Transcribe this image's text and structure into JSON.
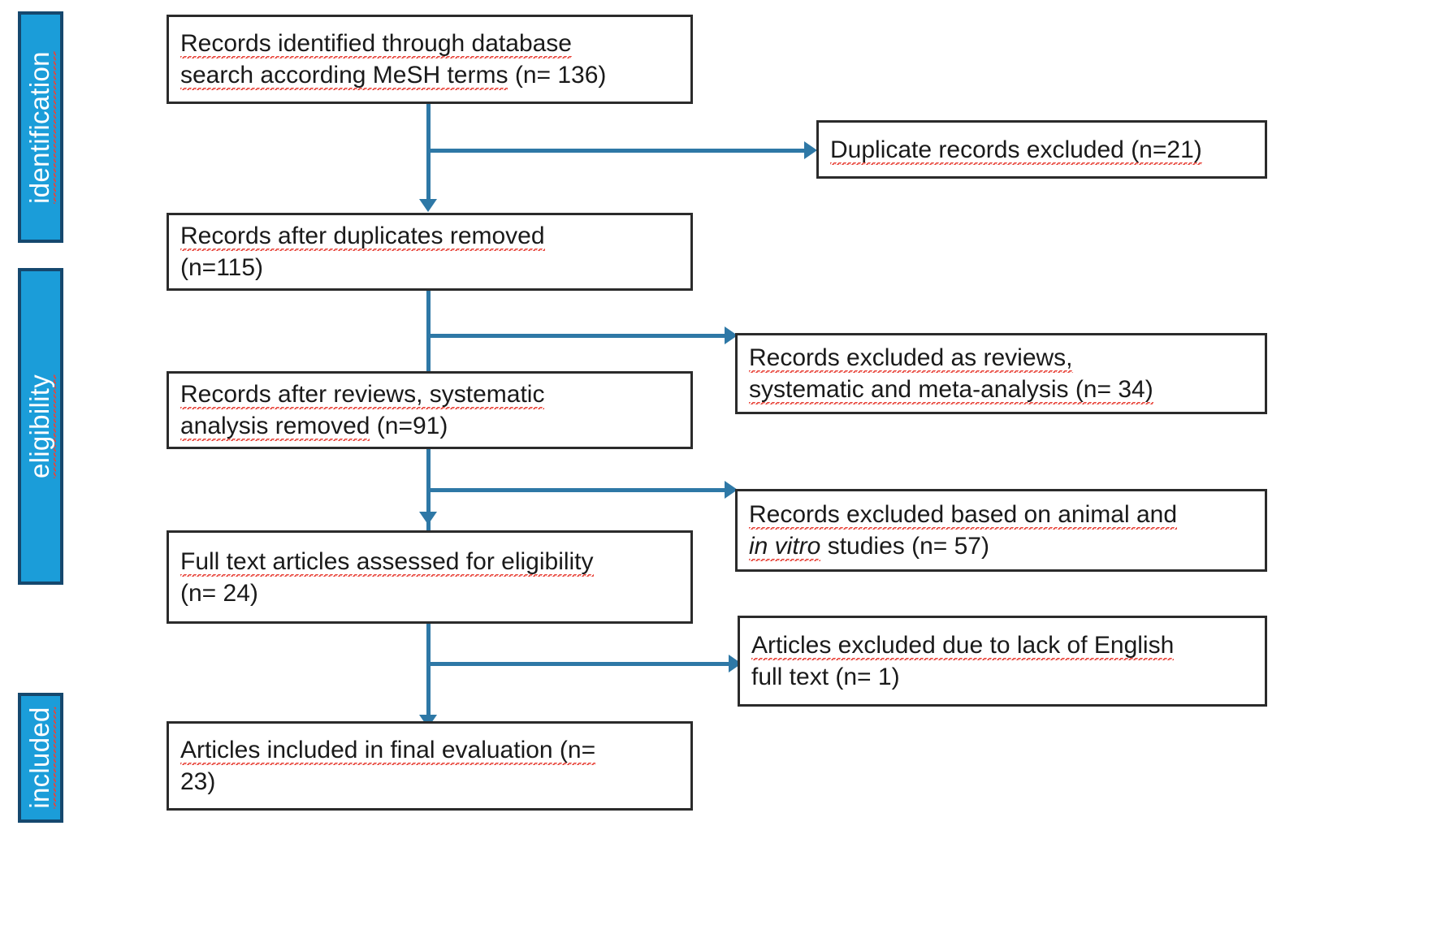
{
  "diagram": {
    "title": "PRISMA study selection flow diagram",
    "accent_blue": "#1b9dd9",
    "accent_blue_border": "#15486e",
    "connector_color": "#2e78a6",
    "box_border_color": "#2b2b2b"
  },
  "stages": [
    {
      "id": "identification",
      "label": "identification"
    },
    {
      "id": "eligibility",
      "label": "eligibility"
    },
    {
      "id": "included",
      "label": "included"
    }
  ],
  "flow": [
    {
      "id": "records-identified",
      "line1": "Records identified through database",
      "line2_pre": "search according MeSH terms",
      "line2_count": "(n= 136)",
      "count": 136
    },
    {
      "id": "records-after-duplicates",
      "line1": "Records after duplicates removed",
      "line2_pre": "",
      "line2_count": "(n=115)",
      "count": 115
    },
    {
      "id": "records-after-reviews",
      "line1": "Records after reviews, systematic",
      "line2_pre": "analysis removed",
      "line2_count": "(n=91)",
      "count": 91
    },
    {
      "id": "full-text-assessed",
      "line1": "Full text articles assessed for eligibility",
      "line2_pre": "",
      "line2_count": "(n= 24)",
      "count": 24
    },
    {
      "id": "articles-included",
      "line1": "Articles included in final evaluation (n=",
      "line2_pre": "",
      "line2_count": "23)",
      "count": 23
    }
  ],
  "exclusions": [
    {
      "id": "duplicates-excluded",
      "line1": "Duplicate records excluded (n=21)",
      "line2": "",
      "count": 21
    },
    {
      "id": "reviews-excluded",
      "line1": "Records excluded as reviews,",
      "line2": "systematic and meta-analysis (n= 34)",
      "count": 34
    },
    {
      "id": "animal-invitro-excluded",
      "line1": "Records excluded based on animal and",
      "line2_italic": "in vitro",
      "line2_rest": " studies (n= 57)",
      "count": 57
    },
    {
      "id": "non-english-excluded",
      "line1": "Articles excluded due to lack of English",
      "line2": "full text (n= 1)",
      "count": 1
    }
  ]
}
